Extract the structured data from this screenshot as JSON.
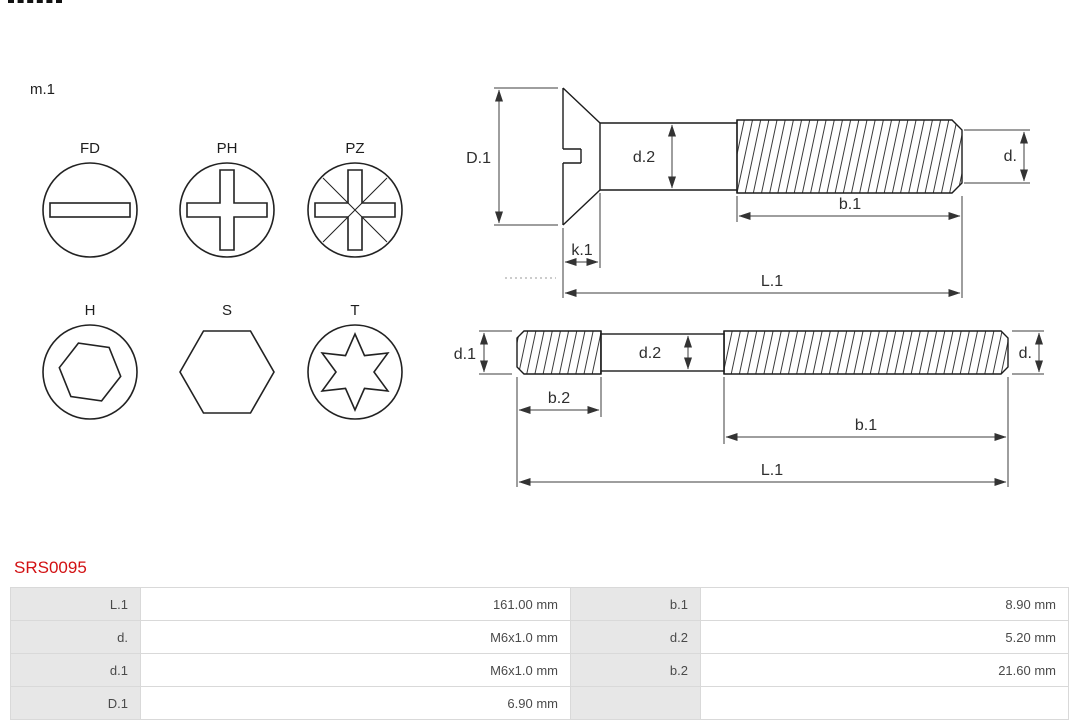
{
  "diagram": {
    "module_label": "m.1",
    "head_types": [
      {
        "code": "FD"
      },
      {
        "code": "PH"
      },
      {
        "code": "PZ"
      },
      {
        "code": "H"
      },
      {
        "code": "S"
      },
      {
        "code": "T"
      }
    ],
    "countersunk_screw": {
      "head_diameter_label": "D.1",
      "shank_diameter_label": "d.2",
      "thread_diameter_label": "d.",
      "thread_length_label": "b.1",
      "head_height_label": "k.1",
      "total_length_label": "L.1"
    },
    "stud": {
      "left_thread_diameter_label": "d.1",
      "middle_diameter_label": "d.2",
      "thread_diameter_label": "d.",
      "left_thread_length_label": "b.2",
      "right_thread_length_label": "b.1",
      "total_length_label": "L.1"
    }
  },
  "part": {
    "code": "SRS0095",
    "accent_color": "#d21113"
  },
  "spec_table": {
    "rows": [
      {
        "label1": "L.1",
        "value1": "161.00 mm",
        "label2": "b.1",
        "value2": "8.90 mm"
      },
      {
        "label1": "d.",
        "value1": "M6x1.0 mm",
        "label2": "d.2",
        "value2": "5.20 mm"
      },
      {
        "label1": "d.1",
        "value1": "M6x1.0 mm",
        "label2": "b.2",
        "value2": "21.60 mm"
      },
      {
        "label1": "D.1",
        "value1": "6.90 mm",
        "label2": "",
        "value2": ""
      }
    ]
  }
}
